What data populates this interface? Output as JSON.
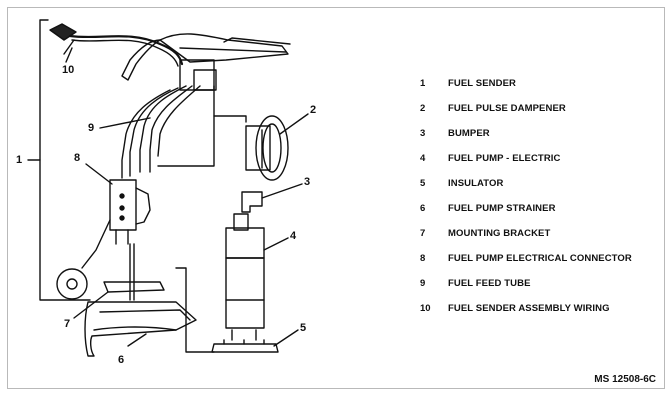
{
  "diagram": {
    "callouts": [
      "1",
      "2",
      "3",
      "4",
      "5",
      "6",
      "7",
      "8",
      "9",
      "10"
    ],
    "legend": [
      {
        "num": "1",
        "text": "FUEL SENDER"
      },
      {
        "num": "2",
        "text": "FUEL PULSE DAMPENER"
      },
      {
        "num": "3",
        "text": "BUMPER"
      },
      {
        "num": "4",
        "text": "FUEL PUMP - ELECTRIC"
      },
      {
        "num": "5",
        "text": "INSULATOR"
      },
      {
        "num": "6",
        "text": "FUEL PUMP STRAINER"
      },
      {
        "num": "7",
        "text": "MOUNTING BRACKET"
      },
      {
        "num": "8",
        "text": "FUEL PUMP ELECTRICAL CONNECTOR"
      },
      {
        "num": "9",
        "text": "FUEL FEED TUBE"
      },
      {
        "num": "10",
        "text": "FUEL SENDER ASSEMBLY WIRING"
      }
    ],
    "figure_id": "MS 12508-6C",
    "line_color": "#111111"
  }
}
